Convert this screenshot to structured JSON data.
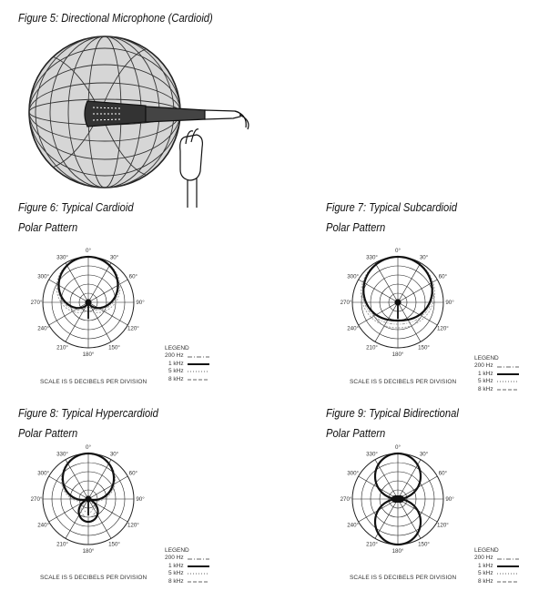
{
  "captions": {
    "fig5": "Figure 5: Directional Microphone (Cardioid)",
    "fig6_line1": "Figure 6: Typical Cardioid",
    "fig6_line2": "Polar Pattern",
    "fig7_line1": "Figure 7: Typical Subcardioid",
    "fig7_line2": "Polar Pattern",
    "fig8_line1": "Figure 8: Typical Hypercardioid",
    "fig8_line2": "Polar Pattern",
    "fig9_line1": "Figure 9: Typical Bidirectional",
    "fig9_line2": "Polar Pattern"
  },
  "angle_labels": [
    "0°",
    "30°",
    "60°",
    "90°",
    "120°",
    "150°",
    "180°",
    "210°",
    "240°",
    "270°",
    "300°",
    "330°"
  ],
  "scale_note": "SCALE IS 5 DECIBELS PER DIVISION",
  "legend": {
    "title": "LEGEND",
    "entries": [
      {
        "label": "200 Hz",
        "style": "dash-dot",
        "color": "#999999"
      },
      {
        "label": "1 kHz",
        "style": "solid",
        "color": "#111111"
      },
      {
        "label": "5 kHz",
        "style": "dotted",
        "color": "#999999"
      },
      {
        "label": "8 kHz",
        "style": "dashed",
        "color": "#999999"
      }
    ]
  },
  "patterns": [
    {
      "id": "cardioid",
      "type": "cardioid"
    },
    {
      "id": "subcardioid",
      "type": "subcardioid"
    },
    {
      "id": "hypercardioid",
      "type": "hypercardioid"
    },
    {
      "id": "bidirectional",
      "type": "bidirectional"
    }
  ],
  "colors": {
    "line": "#111111",
    "grid": "#222222",
    "secondary": "#999999",
    "sphere": "#d6d6d6"
  }
}
